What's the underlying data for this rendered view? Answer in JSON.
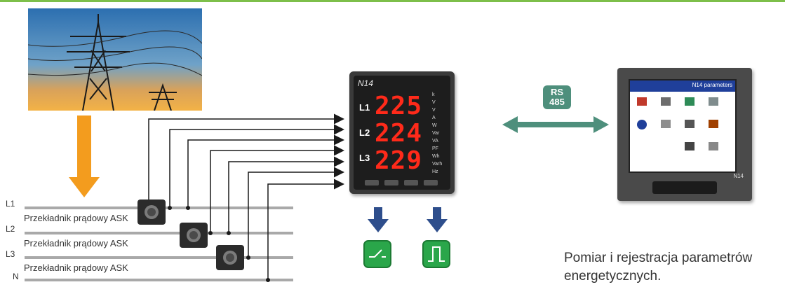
{
  "colors": {
    "green_line": "#7dbf4a",
    "wire_gray": "#a9a9a9",
    "arrow_orange": "#f39c1e",
    "arrow_blue": "#2e4e8c",
    "rs_green": "#4e8f7c",
    "output_green": "#2aa64a",
    "meter_red": "#ff2a1a"
  },
  "lines": [
    {
      "id": "L1",
      "label": "L1",
      "ct_label": "Przekładnik prądowy ASK"
    },
    {
      "id": "L2",
      "label": "L2",
      "ct_label": "Przekładnik prądowy ASK"
    },
    {
      "id": "L3",
      "label": "L3",
      "ct_label": "Przekładnik prądowy ASK"
    },
    {
      "id": "N",
      "label": "N",
      "ct_label": ""
    }
  ],
  "meter": {
    "model": "N14",
    "rows": [
      {
        "phase": "L1",
        "value": "225"
      },
      {
        "phase": "L2",
        "value": "224"
      },
      {
        "phase": "L3",
        "value": "229"
      }
    ],
    "units": [
      "k",
      "V",
      "V",
      "A",
      "W",
      "Var",
      "VA",
      "PF",
      "Wh",
      "Varh",
      "Hz"
    ]
  },
  "comm": {
    "line1": "RS",
    "line2": "485"
  },
  "recorder": {
    "window_title": "N14 parameters",
    "logo": "N14"
  },
  "outputs": [
    {
      "name": "relay-output",
      "symbol": "switch"
    },
    {
      "name": "pulse-output",
      "symbol": "pulse"
    }
  ],
  "caption": {
    "line1": "Pomiar i rejestracja parametrów",
    "line2": "energetycznych."
  }
}
